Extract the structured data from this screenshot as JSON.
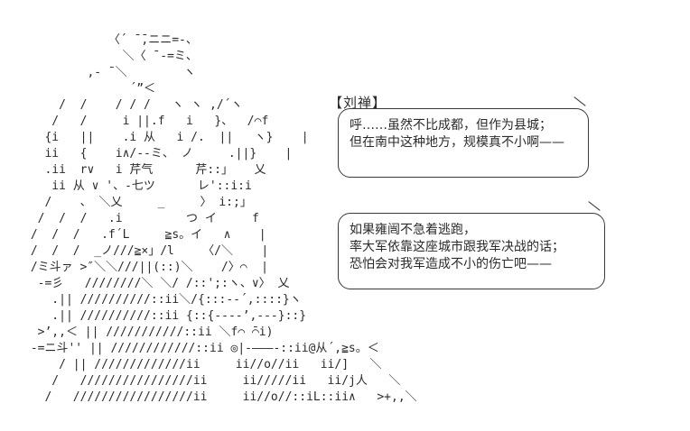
{
  "colors": {
    "background": "#ffffff",
    "ink": "#2b2b2b",
    "bubble_border": "#3a3a3a"
  },
  "character": {
    "name_label": "【刘禅】",
    "art_lines": [
      "            〈´ ̄ ̄,ニニ=‐、",
      "              ＼〈 ̄ ‐=ミ、",
      "         ,‐ ̄ ＼        ヽ",
      "               ´”＜",
      "     /  /    / / /   ヽ ヽ ,/´ヽ",
      "    /   /     i ||.f   i   }、  /⌒f",
      "   {i   ||    .i 从   i /.  ||   ヽ}    |",
      "   ii   {    i∧/‐-ミ、 ノ     .||}    |",
      "   .ii  r∨   i 芹气      芹::」   乂",
      "    ii 从 ∨ '、‐七ツ      レ'::i:i",
      "   /    、 ＼乂     _     〉 i:;」",
      "  /  /  /   .i         つ イ     f",
      " /  /  /   .f´L     ≧s。イ   ∧    |",
      " /  /  /  _ノ///≧×」/l    〈/＼    |",
      " /ミ斗ァ >″＼＼///||(::)＼    /〉⌒  |",
      "  -=彡   ////////＼ ＼/ /::';:ヽ、∨〉 乂",
      "    .|| //////////::ii＼/{:::‐‐´,::::}ヽ",
      "    .|| //////////::ii {::{‐‐‐‐’,‐‐‐}::}",
      "  >’,,＜ || ///////////::ii ＼f⌒ ̄⌒i)",
      " -=ニ斗'' || ////////////::ii ◎|‐———‐::ii@从´,≧s。＜",
      "     / || /////////////ii     ii//o//ii   ii/]   ＼",
      "    /   ////////////////ii     ii/////ii   ii/j人   ＼",
      "   /   /////////////////ii     ii//o//::iL::ii∧   >+,,＼"
    ]
  },
  "dialogue": [
    {
      "lines": [
        "呼……虽然不比成都，但作为县城；",
        "但在南中这种地方，规模真不小啊——"
      ]
    },
    {
      "lines": [
        "如果雍闿不急着逃跑，",
        "率大军依靠这座城市跟我军决战的话；",
        "恐怕会对我军造成不小的伤亡吧——"
      ]
    }
  ]
}
